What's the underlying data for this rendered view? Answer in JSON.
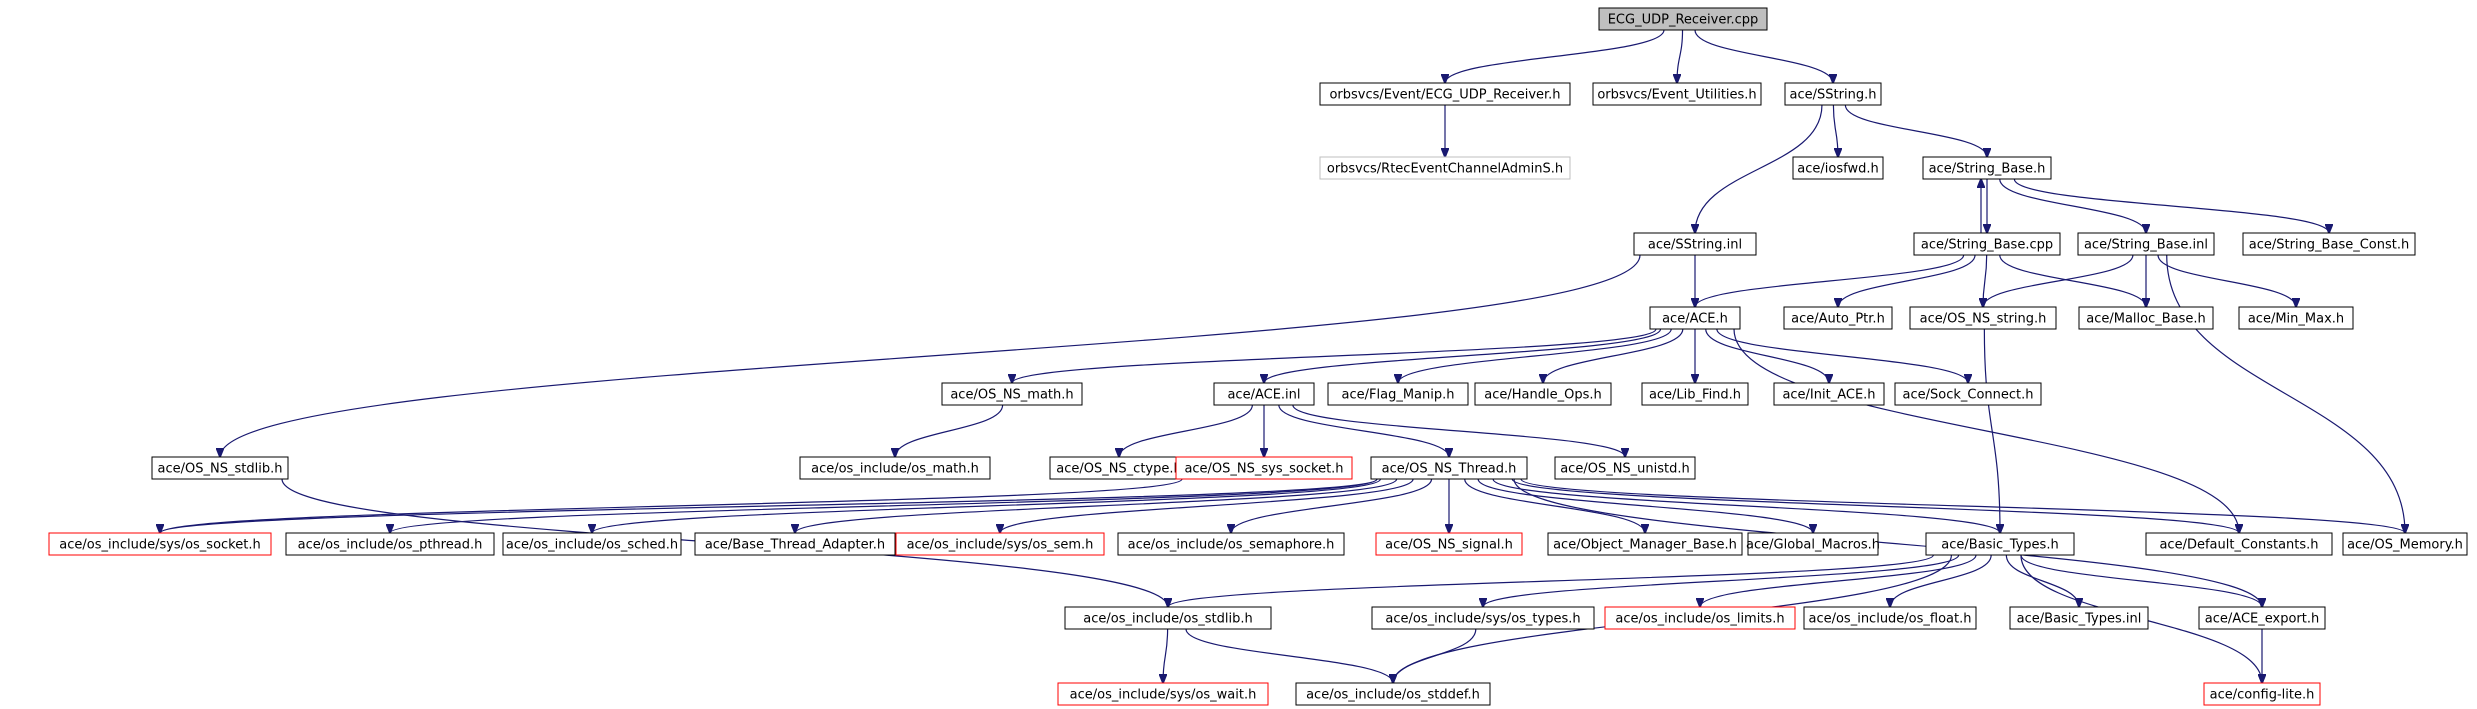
{
  "diagram": {
    "type": "include-dependency-graph",
    "colors": {
      "edge": "#191970",
      "root_fill": "#bfbfbf",
      "node_border": "#000000",
      "missing_border": "#ff0000",
      "faint_border": "#bfbfbf"
    },
    "nodes": [
      {
        "id": "root",
        "label": "ECG_UDP_Receiver.cpp",
        "style": "root"
      },
      {
        "id": "orb_recv",
        "label": "orbsvcs/Event/ECG_UDP_Receiver.h",
        "style": "normal"
      },
      {
        "id": "orb_util",
        "label": "orbsvcs/Event_Utilities.h",
        "style": "normal"
      },
      {
        "id": "sstring_h",
        "label": "ace/SString.h",
        "style": "normal"
      },
      {
        "id": "rtec",
        "label": "orbsvcs/RtecEventChannelAdminS.h",
        "style": "faint"
      },
      {
        "id": "iosfwd",
        "label": "ace/iosfwd.h",
        "style": "normal"
      },
      {
        "id": "strbase_h",
        "label": "ace/String_Base.h",
        "style": "normal"
      },
      {
        "id": "sstring_inl",
        "label": "ace/SString.inl",
        "style": "normal"
      },
      {
        "id": "strbase_cpp",
        "label": "ace/String_Base.cpp",
        "style": "normal"
      },
      {
        "id": "strbase_inl",
        "label": "ace/String_Base.inl",
        "style": "normal"
      },
      {
        "id": "strbase_const",
        "label": "ace/String_Base_Const.h",
        "style": "normal"
      },
      {
        "id": "ace_h",
        "label": "ace/ACE.h",
        "style": "normal"
      },
      {
        "id": "auto_ptr",
        "label": "ace/Auto_Ptr.h",
        "style": "normal"
      },
      {
        "id": "os_ns_string",
        "label": "ace/OS_NS_string.h",
        "style": "normal"
      },
      {
        "id": "malloc_base",
        "label": "ace/Malloc_Base.h",
        "style": "normal"
      },
      {
        "id": "min_max",
        "label": "ace/Min_Max.h",
        "style": "normal"
      },
      {
        "id": "os_ns_math",
        "label": "ace/OS_NS_math.h",
        "style": "normal"
      },
      {
        "id": "ace_inl",
        "label": "ace/ACE.inl",
        "style": "normal"
      },
      {
        "id": "flag_manip",
        "label": "ace/Flag_Manip.h",
        "style": "normal"
      },
      {
        "id": "handle_ops",
        "label": "ace/Handle_Ops.h",
        "style": "normal"
      },
      {
        "id": "lib_find",
        "label": "ace/Lib_Find.h",
        "style": "normal"
      },
      {
        "id": "init_ace",
        "label": "ace/Init_ACE.h",
        "style": "normal"
      },
      {
        "id": "sock_connect",
        "label": "ace/Sock_Connect.h",
        "style": "normal"
      },
      {
        "id": "os_ns_stdlib",
        "label": "ace/OS_NS_stdlib.h",
        "style": "normal"
      },
      {
        "id": "os_math",
        "label": "ace/os_include/os_math.h",
        "style": "normal"
      },
      {
        "id": "os_ns_ctype",
        "label": "ace/OS_NS_ctype.h",
        "style": "normal"
      },
      {
        "id": "os_ns_sys_socket",
        "label": "ace/OS_NS_sys_socket.h",
        "style": "missing"
      },
      {
        "id": "os_ns_thread",
        "label": "ace/OS_NS_Thread.h",
        "style": "normal"
      },
      {
        "id": "os_ns_unistd",
        "label": "ace/OS_NS_unistd.h",
        "style": "normal"
      },
      {
        "id": "sys_os_socket",
        "label": "ace/os_include/sys/os_socket.h",
        "style": "missing"
      },
      {
        "id": "os_pthread",
        "label": "ace/os_include/os_pthread.h",
        "style": "normal"
      },
      {
        "id": "os_sched",
        "label": "ace/os_include/os_sched.h",
        "style": "normal"
      },
      {
        "id": "base_thread",
        "label": "ace/Base_Thread_Adapter.h",
        "style": "normal"
      },
      {
        "id": "sys_os_sem",
        "label": "ace/os_include/sys/os_sem.h",
        "style": "missing"
      },
      {
        "id": "os_semaphore",
        "label": "ace/os_include/os_semaphore.h",
        "style": "normal"
      },
      {
        "id": "os_ns_signal",
        "label": "ace/OS_NS_signal.h",
        "style": "missing"
      },
      {
        "id": "obj_mgr_base",
        "label": "ace/Object_Manager_Base.h",
        "style": "normal"
      },
      {
        "id": "global_macros",
        "label": "ace/Global_Macros.h",
        "style": "normal"
      },
      {
        "id": "basic_types",
        "label": "ace/Basic_Types.h",
        "style": "normal"
      },
      {
        "id": "default_const",
        "label": "ace/Default_Constants.h",
        "style": "normal"
      },
      {
        "id": "os_memory",
        "label": "ace/OS_Memory.h",
        "style": "normal"
      },
      {
        "id": "os_stdlib",
        "label": "ace/os_include/os_stdlib.h",
        "style": "normal"
      },
      {
        "id": "sys_os_types",
        "label": "ace/os_include/sys/os_types.h",
        "style": "normal"
      },
      {
        "id": "os_limits",
        "label": "ace/os_include/os_limits.h",
        "style": "missing"
      },
      {
        "id": "os_float",
        "label": "ace/os_include/os_float.h",
        "style": "normal"
      },
      {
        "id": "basic_types_inl",
        "label": "ace/Basic_Types.inl",
        "style": "normal"
      },
      {
        "id": "ace_export",
        "label": "ace/ACE_export.h",
        "style": "normal"
      },
      {
        "id": "sys_os_wait",
        "label": "ace/os_include/sys/os_wait.h",
        "style": "missing"
      },
      {
        "id": "os_stddef",
        "label": "ace/os_include/os_stddef.h",
        "style": "normal"
      },
      {
        "id": "config_lite",
        "label": "ace/config-lite.h",
        "style": "missing"
      }
    ],
    "edges": [
      [
        "root",
        "orb_recv"
      ],
      [
        "root",
        "orb_util"
      ],
      [
        "root",
        "sstring_h"
      ],
      [
        "orb_recv",
        "rtec"
      ],
      [
        "sstring_h",
        "iosfwd"
      ],
      [
        "sstring_h",
        "strbase_h"
      ],
      [
        "sstring_h",
        "sstring_inl"
      ],
      [
        "strbase_h",
        "strbase_cpp"
      ],
      [
        "strbase_cpp",
        "strbase_h"
      ],
      [
        "strbase_h",
        "strbase_inl"
      ],
      [
        "strbase_h",
        "strbase_const"
      ],
      [
        "sstring_inl",
        "ace_h"
      ],
      [
        "sstring_inl",
        "os_ns_stdlib"
      ],
      [
        "strbase_cpp",
        "ace_h"
      ],
      [
        "strbase_cpp",
        "auto_ptr"
      ],
      [
        "strbase_cpp",
        "os_ns_string"
      ],
      [
        "strbase_cpp",
        "malloc_base"
      ],
      [
        "strbase_inl",
        "os_ns_string"
      ],
      [
        "strbase_inl",
        "malloc_base"
      ],
      [
        "strbase_inl",
        "min_max"
      ],
      [
        "strbase_inl",
        "os_memory"
      ],
      [
        "os_ns_string",
        "basic_types"
      ],
      [
        "ace_h",
        "os_ns_math"
      ],
      [
        "ace_h",
        "ace_inl"
      ],
      [
        "ace_h",
        "flag_manip"
      ],
      [
        "ace_h",
        "handle_ops"
      ],
      [
        "ace_h",
        "lib_find"
      ],
      [
        "ace_h",
        "init_ace"
      ],
      [
        "ace_h",
        "sock_connect"
      ],
      [
        "ace_h",
        "default_const"
      ],
      [
        "os_ns_math",
        "os_math"
      ],
      [
        "ace_inl",
        "os_ns_ctype"
      ],
      [
        "ace_inl",
        "os_ns_sys_socket"
      ],
      [
        "ace_inl",
        "os_ns_thread"
      ],
      [
        "ace_inl",
        "os_ns_unistd"
      ],
      [
        "os_ns_stdlib",
        "os_stdlib"
      ],
      [
        "os_ns_sys_socket",
        "sys_os_socket"
      ],
      [
        "os_ns_thread",
        "sys_os_socket"
      ],
      [
        "os_ns_thread",
        "os_pthread"
      ],
      [
        "os_ns_thread",
        "os_sched"
      ],
      [
        "os_ns_thread",
        "base_thread"
      ],
      [
        "os_ns_thread",
        "sys_os_sem"
      ],
      [
        "os_ns_thread",
        "os_semaphore"
      ],
      [
        "os_ns_thread",
        "os_ns_signal"
      ],
      [
        "os_ns_thread",
        "obj_mgr_base"
      ],
      [
        "os_ns_thread",
        "global_macros"
      ],
      [
        "os_ns_thread",
        "basic_types"
      ],
      [
        "os_ns_thread",
        "default_const"
      ],
      [
        "os_ns_thread",
        "os_memory"
      ],
      [
        "os_ns_thread",
        "ace_export"
      ],
      [
        "basic_types",
        "os_stdlib"
      ],
      [
        "basic_types",
        "sys_os_types"
      ],
      [
        "basic_types",
        "os_limits"
      ],
      [
        "basic_types",
        "os_float"
      ],
      [
        "basic_types",
        "basic_types_inl"
      ],
      [
        "basic_types",
        "ace_export"
      ],
      [
        "basic_types",
        "config_lite"
      ],
      [
        "basic_types",
        "os_stddef"
      ],
      [
        "os_stdlib",
        "sys_os_wait"
      ],
      [
        "os_stdlib",
        "os_stddef"
      ],
      [
        "sys_os_types",
        "os_stddef"
      ],
      [
        "ace_export",
        "config_lite"
      ]
    ]
  }
}
